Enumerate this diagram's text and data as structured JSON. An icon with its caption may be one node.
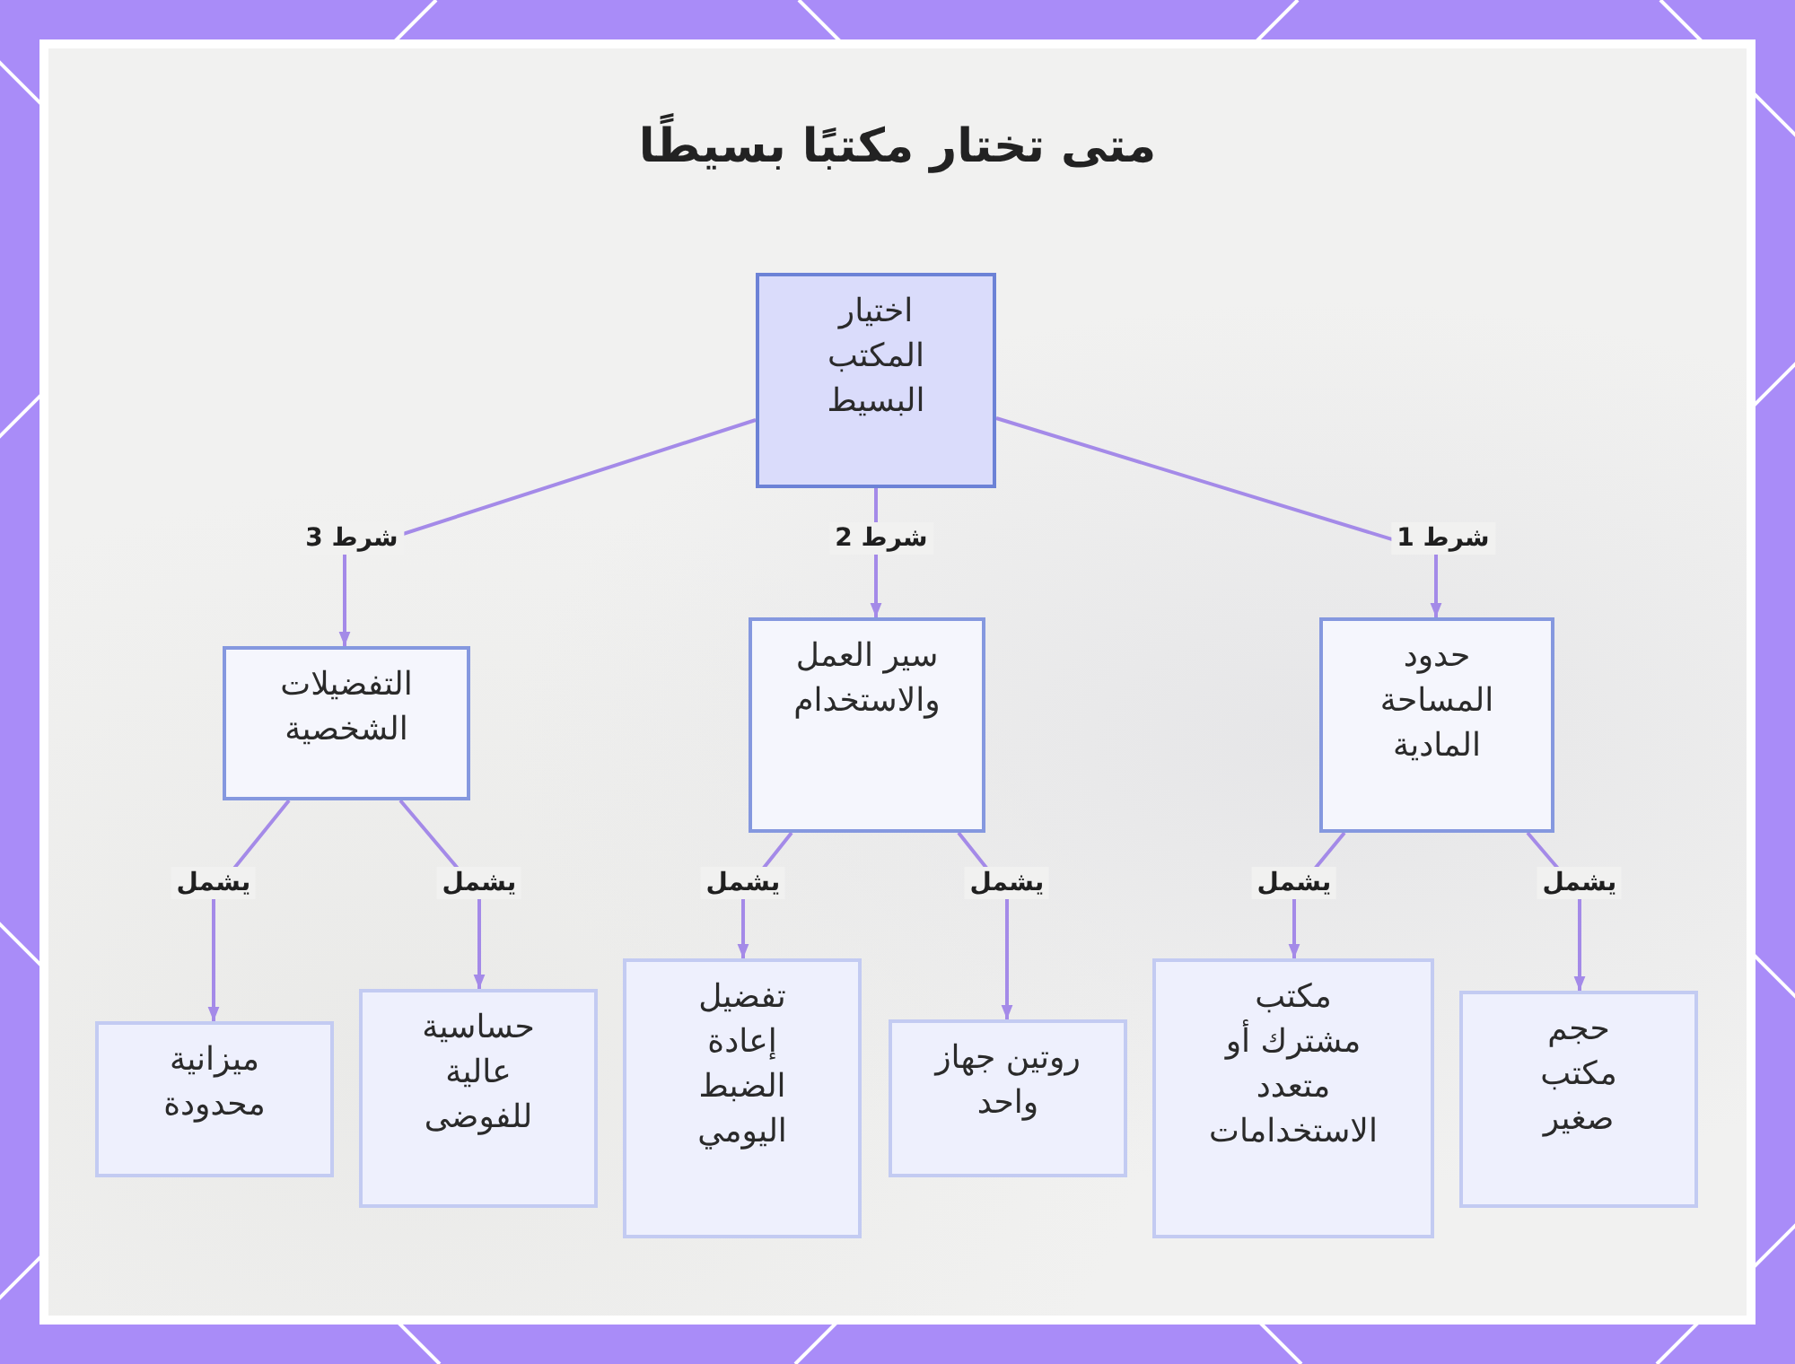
{
  "diagram": {
    "title": "متى تختار مكتبًا بسيطًا",
    "nodes": [
      {
        "text": [
          "اختيار المكتب البسيط"
        ]
      },
      {
        "text": [
          "حدود المساحة المادية"
        ]
      },
      {
        "text": [
          "سير العمل والاستخدام"
        ]
      },
      {
        "text": [
          "التفضيلات الشخصية"
        ]
      },
      {
        "text": [
          "حجم مكتب صغير"
        ]
      },
      {
        "text": [
          "مكتب مشترك أو متعدد الاستخدامات"
        ]
      },
      {
        "text": [
          "روتين جهاز واحد"
        ]
      },
      {
        "text": [
          "تفضيل إعادة الضبط اليومي"
        ]
      },
      {
        "text": [
          "حساسية عالية للفوضى"
        ]
      },
      {
        "text": [
          "ميزانية محدودة"
        ]
      }
    ],
    "edges": [
      {
        "from": 0,
        "to": 1,
        "arrow": "to",
        "label": "شرط 1"
      },
      {
        "from": 0,
        "to": 2,
        "arrow": "to",
        "label": "شرط 2"
      },
      {
        "from": 0,
        "to": 3,
        "arrow": "to",
        "label": "شرط 3"
      },
      {
        "from": 1,
        "to": 4,
        "arrow": "to",
        "label": "يشمل"
      },
      {
        "from": 1,
        "to": 5,
        "arrow": "to",
        "label": "يشمل"
      },
      {
        "from": 2,
        "to": 6,
        "arrow": "to",
        "label": "يشمل"
      },
      {
        "from": 2,
        "to": 7,
        "arrow": "to",
        "label": "يشمل"
      },
      {
        "from": 3,
        "to": 8,
        "arrow": "to",
        "label": "يشمل"
      },
      {
        "from": 3,
        "to": 9,
        "arrow": "to",
        "label": "يشمل"
      }
    ]
  }
}
